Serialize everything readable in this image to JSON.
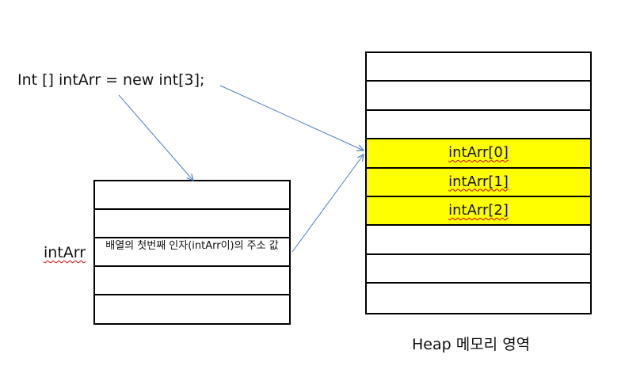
{
  "code_line": "Int [] intArr = new int[3];",
  "stack": {
    "variable_label": "intArr",
    "cells": [
      "",
      "",
      "배열의 첫번째 인자(intArr이)의 주소 값",
      "",
      ""
    ]
  },
  "heap": {
    "caption": "Heap 메모리 영역",
    "cells": [
      {
        "text": "",
        "highlight": false
      },
      {
        "text": "",
        "highlight": false
      },
      {
        "text": "",
        "highlight": false
      },
      {
        "text": "intArr[0]",
        "highlight": true
      },
      {
        "text": "intArr[1]",
        "highlight": true
      },
      {
        "text": "intArr[2]",
        "highlight": true
      },
      {
        "text": "",
        "highlight": false
      },
      {
        "text": "",
        "highlight": false
      },
      {
        "text": "",
        "highlight": false
      }
    ]
  },
  "colors": {
    "highlight": "#ffff00",
    "arrow": "#4f81bd",
    "spellcheck": "#d40000"
  }
}
